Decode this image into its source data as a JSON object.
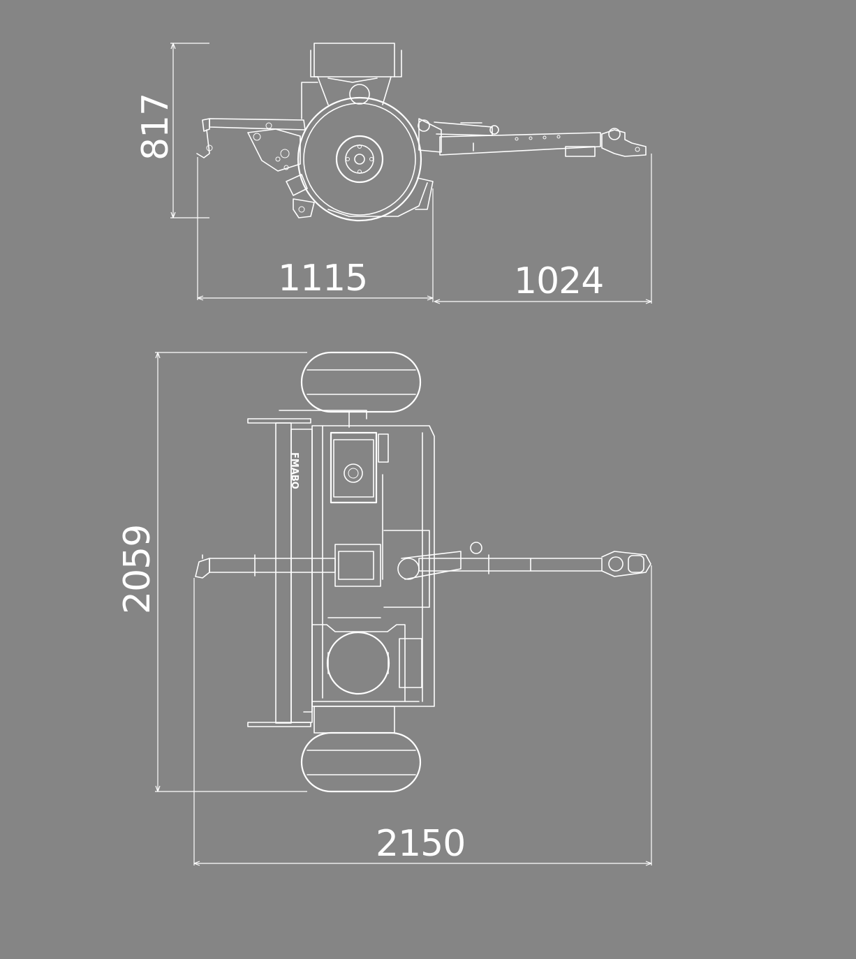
{
  "dimensions": {
    "height": "817",
    "rear_length": "1115",
    "drawbar_length": "1024",
    "width": "2059",
    "total_length": "2150"
  },
  "brand_mark": "FMABO",
  "colors": {
    "background": "#858585",
    "line": "#ffffff"
  }
}
